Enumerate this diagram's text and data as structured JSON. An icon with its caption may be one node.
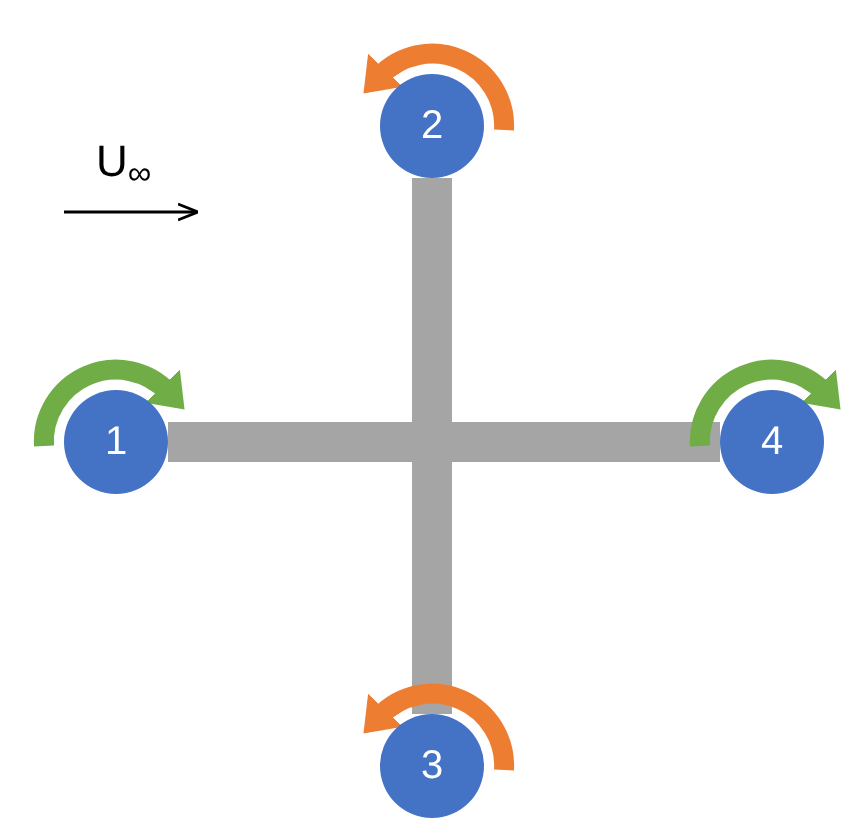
{
  "diagram": {
    "nodes": [
      {
        "text": [
          "2"
        ]
      },
      {
        "text": [
          "1"
        ]
      },
      {
        "text": [
          "4"
        ]
      },
      {
        "text": [
          "3"
        ]
      }
    ],
    "edges": [
      {
        "from": 1,
        "to": 2,
        "arrow": "none"
      },
      {
        "from": 0,
        "to": 3,
        "arrow": "none"
      }
    ],
    "labels": [
      "U$_{∞}$"
    ]
  }
}
